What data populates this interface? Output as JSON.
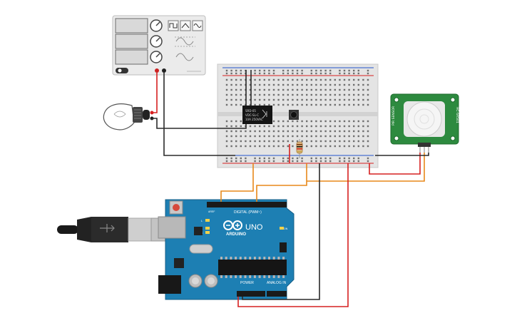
{
  "colors": {
    "wire_red": "#d62020",
    "wire_black": "#2a2a2a",
    "wire_orange": "#e8891a",
    "arduino_blue": "#1d7fb3",
    "pir_green": "#2d8a3f",
    "breadboard": "#e6e6e6",
    "fn_gen_body": "#e9e9e9"
  },
  "components": {
    "function_generator": {
      "name": "function-generator",
      "waveforms": [
        "square",
        "triangle",
        "sine"
      ]
    },
    "breadboard": {
      "name": "breadboard"
    },
    "relay": {
      "label_line1": "SRD-05",
      "label_line2": "VDC-SL-C",
      "label_line3": "10A 250VAC"
    },
    "pushbutton": {
      "name": "pushbutton"
    },
    "resistor": {
      "name": "resistor"
    },
    "light_bulb": {
      "name": "light-bulb"
    },
    "pir_sensor": {
      "left_label": "PIR SENSOR",
      "right_label": "HC-SR501"
    },
    "arduino": {
      "brand": "ARDUINO",
      "model": "UNO",
      "digital_label": "DIGITAL (PWM~)",
      "power_label": "POWER",
      "analog_label": "ANALOG IN",
      "aref": "AREF",
      "gnd": "GND",
      "tx": "TX",
      "rx": "RX",
      "l": "L",
      "on": "ON",
      "reset": "RESET"
    },
    "usb_cable": {
      "name": "usb-cable"
    }
  }
}
